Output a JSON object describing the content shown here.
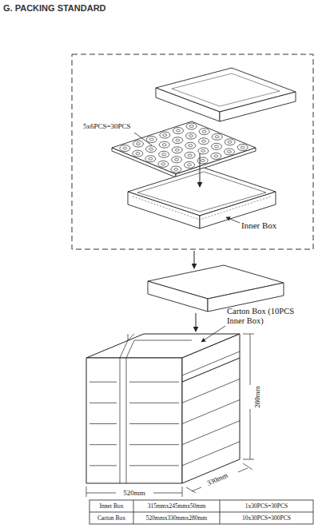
{
  "diagram": {
    "title": "G. PACKING STANDARD",
    "labels": [
      "5x6PCS=30PCS",
      "Inner Box",
      "Carton Box (10PCS Inner Box)",
      "280mm",
      "520mm",
      "330mm",
      "Inner Box",
      "315mmx245mmx50mm",
      "1x30PCS=30PCS",
      "Carton Box",
      "520mmx330mmx280mm",
      "10x30PCS=300PCS"
    ]
  }
}
